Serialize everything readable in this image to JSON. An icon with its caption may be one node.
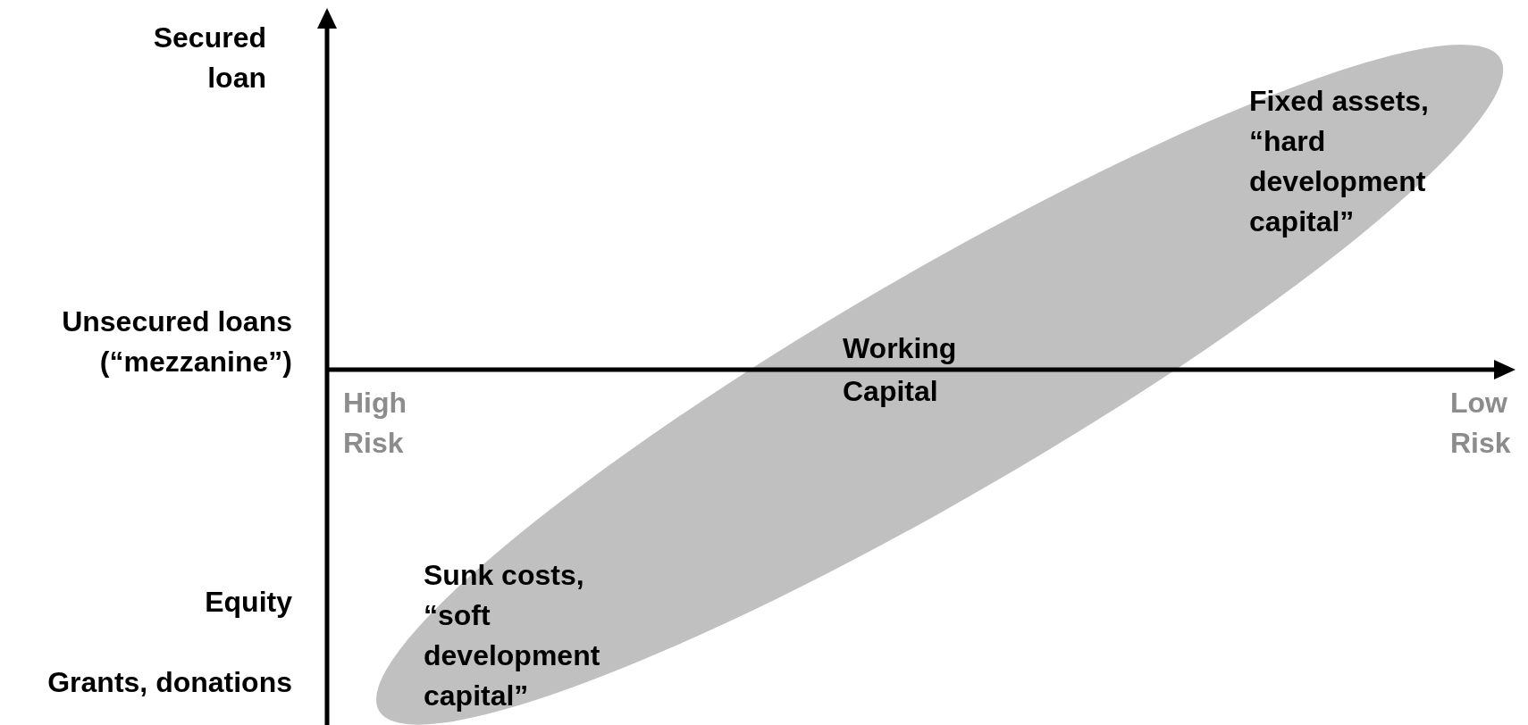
{
  "diagram": {
    "nodes": [
      {
        "text": [
          "Fixed assets, “hard development capital”",
          "Working Capital",
          "Sunk costs, “soft development capital”"
        ]
      }
    ],
    "edges": [],
    "labels": [
      "Secured loan",
      "Unsecured loans (“mezzanine”)",
      "High Risk",
      "Low Risk",
      "Equity",
      "Grants, donations"
    ]
  }
}
